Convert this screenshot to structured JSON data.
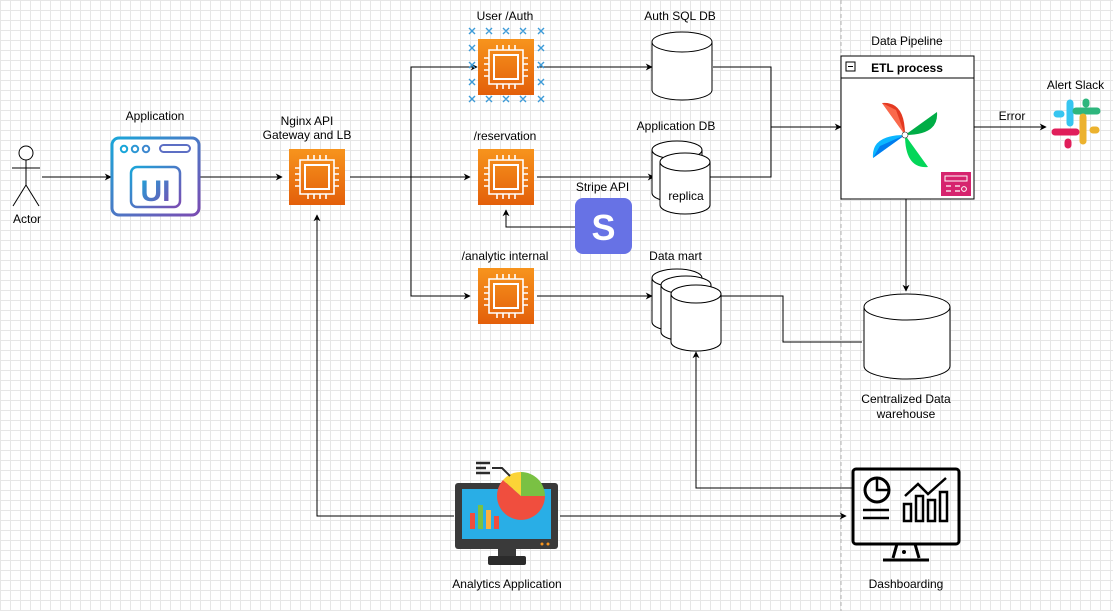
{
  "labels": {
    "actor": "Actor",
    "application": "Application",
    "nginx_line1": "Nginx API",
    "nginx_line2": "Gateway and LB",
    "user_auth": "User /Auth",
    "reservation": "/reservation",
    "analytic_internal": "/analytic internal",
    "auth_sql_db": "Auth SQL DB",
    "application_db": "Application DB",
    "replica": "replica",
    "stripe_api": "Stripe API",
    "data_mart": "Data mart",
    "data_pipeline": "Data Pipeline",
    "etl_process": "ETL process",
    "error": "Error",
    "alert_slack": "Alert Slack",
    "dw_line1": "Centralized Data",
    "dw_line2": "warehouse",
    "analytics_app": "Analytics Application",
    "dashboarding": "Dashboarding",
    "ui_logo_text": "UI",
    "stripe_logo_text": "S"
  },
  "icons": {
    "actor": "stick-figure-icon",
    "application": "browser-ui-icon",
    "compute": "aws-ec2-chip-icon",
    "database": "cylinder-db-icon",
    "stripe": "stripe-logo-icon",
    "airflow": "airflow-pinwheel-icon",
    "slack": "slack-logo-icon",
    "analytics": "monitor-pie-chart-icon",
    "dashboard": "dashboard-monitor-icon"
  },
  "colors": {
    "aws_orange_top": "#f7941d",
    "aws_orange_bottom": "#e35f0a",
    "ui_gradient_start": "#1aa6d9",
    "ui_gradient_end": "#7b4bb2",
    "stripe_purple": "#6772e5",
    "etl_badge": "#d6246e",
    "selection_blue": "#3d9bd8",
    "divider": "#b3b3b3"
  }
}
